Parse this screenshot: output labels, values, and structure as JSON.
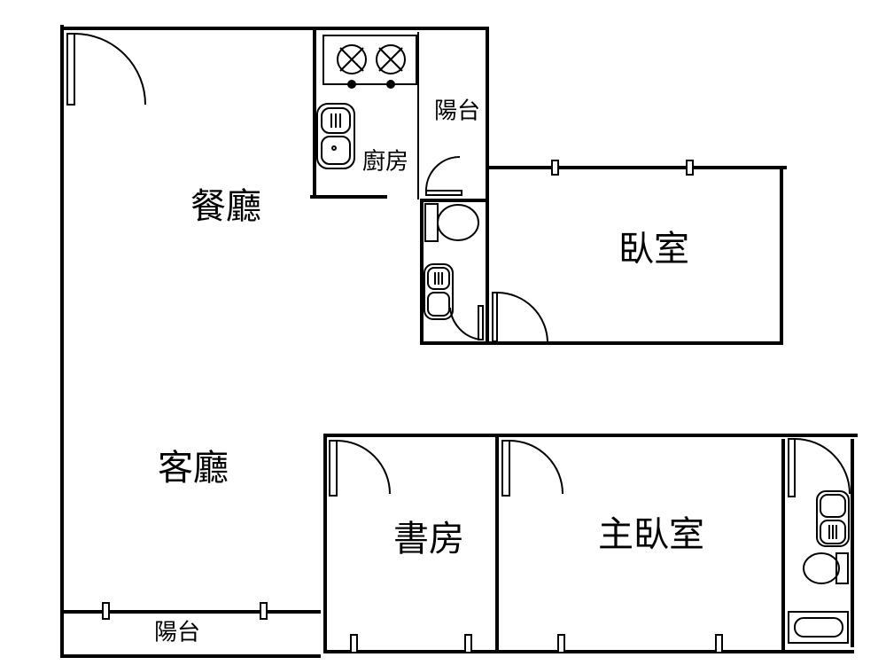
{
  "title": "Floor plan",
  "rooms": {
    "dining": "餐廳",
    "living": "客廳",
    "kitchen": "廚房",
    "balcony_top": "陽台",
    "bedroom": "臥室",
    "study": "書房",
    "master_bedroom": "主臥室",
    "balcony_bottom": "陽台"
  }
}
